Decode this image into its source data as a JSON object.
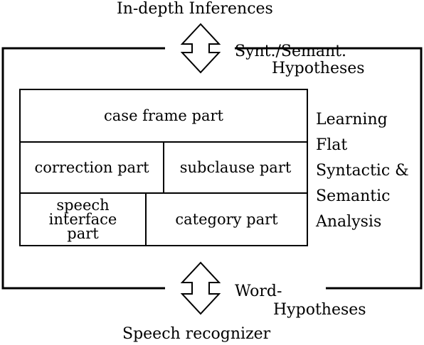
{
  "top_label": "In-depth Inferences",
  "bottom_label": "Speech recognizer",
  "upper_hypotheses": [
    "Synt./Semant.",
    "Hypotheses"
  ],
  "lower_hypotheses": [
    "Word-",
    "Hypotheses"
  ],
  "parts": {
    "case_frame": "case frame part",
    "correction": "correction part",
    "subclause": "subclause part",
    "speech_interface": [
      "speech",
      "interface",
      "part"
    ],
    "category": "category part"
  },
  "learning_lines": [
    "Learning",
    "Flat",
    "Syntactic &",
    "Semantic",
    "Analysis"
  ],
  "icons": [
    "double-arrow-icon"
  ]
}
